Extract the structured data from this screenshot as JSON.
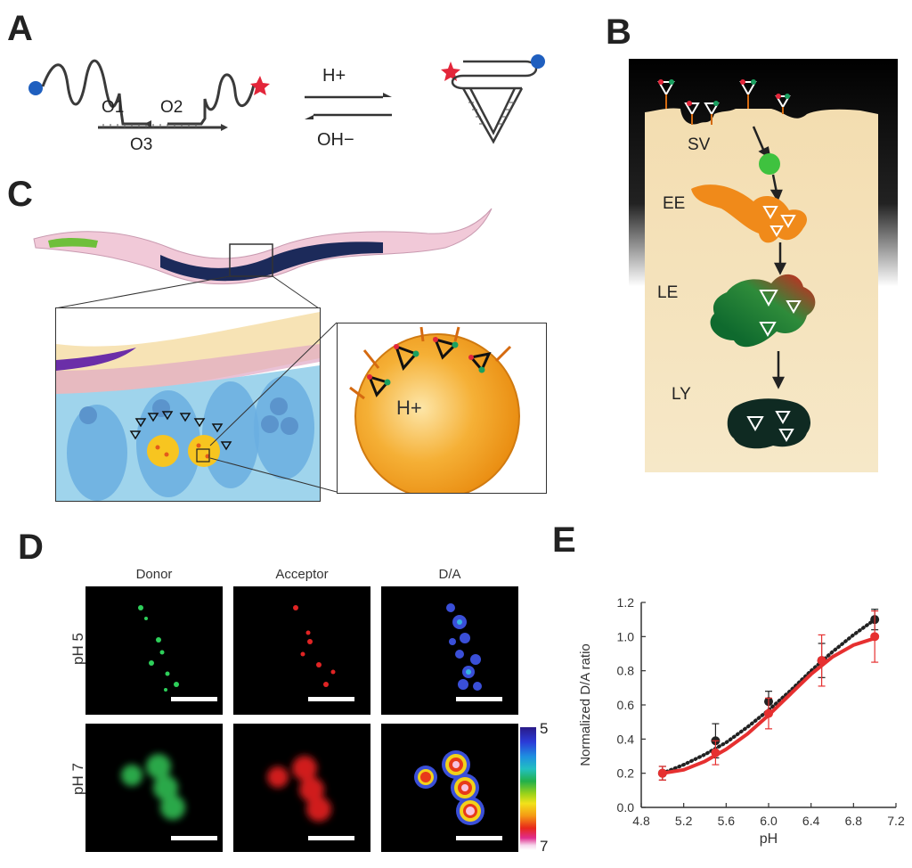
{
  "panels": {
    "a": {
      "label": "A",
      "strand_labels": {
        "o1": "O1",
        "o2": "O2",
        "o3": "O3"
      },
      "forward_reagent": "H+",
      "reverse_reagent": "OH−"
    },
    "b": {
      "label": "B",
      "compartments": [
        "SV",
        "EE",
        "LE",
        "LY"
      ]
    },
    "c": {
      "label": "C",
      "proton_label": "H+"
    },
    "d": {
      "label": "D",
      "columns": [
        "Donor",
        "Acceptor",
        "D/A"
      ],
      "rows": [
        "pH 5",
        "pH 7"
      ],
      "colorbar_ticks": [
        "5",
        "7"
      ]
    },
    "e": {
      "label": "E"
    }
  },
  "chart_data": {
    "type": "line",
    "title": "",
    "xlabel": "pH",
    "ylabel": "Normalized D/A ratio",
    "xlim": [
      4.8,
      7.2
    ],
    "ylim": [
      0.0,
      1.2
    ],
    "x_ticks": [
      "4.8",
      "5.2",
      "5.6",
      "6.0",
      "6.4",
      "6.8",
      "7.2"
    ],
    "y_ticks": [
      "0.0",
      "0.2",
      "0.4",
      "0.6",
      "0.8",
      "1.0",
      "1.2"
    ],
    "series": [
      {
        "color": "#222222",
        "style": "dotted-fit",
        "points": [
          {
            "x": 5.0,
            "y": 0.2,
            "err": 0.04
          },
          {
            "x": 5.5,
            "y": 0.39,
            "err": 0.1
          },
          {
            "x": 6.0,
            "y": 0.62,
            "err": 0.06
          },
          {
            "x": 6.5,
            "y": 0.86,
            "err": 0.1
          },
          {
            "x": 7.0,
            "y": 1.1,
            "err": 0.06
          }
        ],
        "fit": [
          [
            5.0,
            0.2
          ],
          [
            5.2,
            0.25
          ],
          [
            5.4,
            0.31
          ],
          [
            5.6,
            0.38
          ],
          [
            5.8,
            0.47
          ],
          [
            6.0,
            0.57
          ],
          [
            6.2,
            0.68
          ],
          [
            6.4,
            0.8
          ],
          [
            6.6,
            0.91
          ],
          [
            6.8,
            1.01
          ],
          [
            7.0,
            1.1
          ]
        ]
      },
      {
        "color": "#e63030",
        "style": "solid-fit",
        "points": [
          {
            "x": 5.0,
            "y": 0.2,
            "err": 0.04
          },
          {
            "x": 5.5,
            "y": 0.32,
            "err": 0.07
          },
          {
            "x": 6.0,
            "y": 0.55,
            "err": 0.09
          },
          {
            "x": 6.5,
            "y": 0.86,
            "err": 0.15
          },
          {
            "x": 7.0,
            "y": 1.0,
            "err": 0.15
          }
        ],
        "fit": [
          [
            5.0,
            0.2
          ],
          [
            5.2,
            0.22
          ],
          [
            5.4,
            0.27
          ],
          [
            5.6,
            0.34
          ],
          [
            5.8,
            0.43
          ],
          [
            6.0,
            0.54
          ],
          [
            6.2,
            0.66
          ],
          [
            6.4,
            0.78
          ],
          [
            6.6,
            0.88
          ],
          [
            6.8,
            0.95
          ],
          [
            7.0,
            0.99
          ]
        ]
      }
    ]
  },
  "colors": {
    "dna_dark": "#3a3a3a",
    "donor_dot": "#1f5fbf",
    "acceptor_star": "#e3263a",
    "cell_fill": "#f3ddb0",
    "endosome_orange": "#f08a1a",
    "lysosome_dark": "#0f2a22"
  }
}
